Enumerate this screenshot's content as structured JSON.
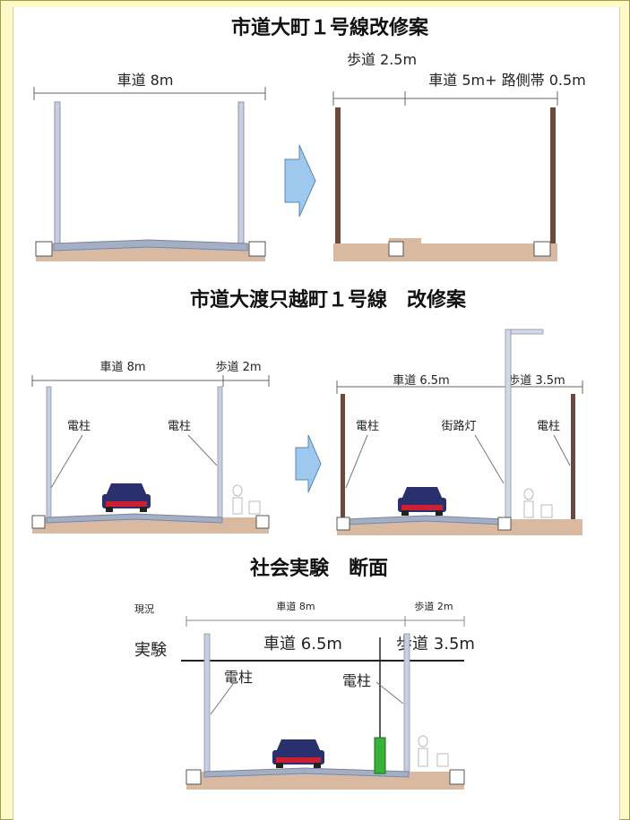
{
  "section1": {
    "title": "市道大町１号線改修案",
    "before": {
      "roadway": "車道 8m"
    },
    "after": {
      "sidewalk": "歩道 2.5m",
      "roadway": "車道 5m+ 路側帯 0.5m"
    }
  },
  "section2": {
    "title": "市道大渡只越町１号線　改修案",
    "before": {
      "roadway": "車道 8m",
      "sidewalk": "歩道 2m",
      "pole_left": "電柱",
      "pole_right": "電柱"
    },
    "after": {
      "roadway": "車道 6.5m",
      "sidewalk": "歩道 3.5m",
      "pole_left": "電柱",
      "streetlight": "街路灯",
      "pole_right": "電柱"
    }
  },
  "section3": {
    "title": "社会実験　断面",
    "current_label": "現況",
    "current_roadway": "車道 8m",
    "current_sidewalk": "歩道 2m",
    "experiment_label": "実験",
    "experiment_roadway": "車道 6.5m",
    "experiment_sidewalk": "歩道 3.5m",
    "pole_left": "電柱",
    "pole_right": "電柱"
  },
  "colors": {
    "page_bg": "#fffbc8",
    "pole_before": "#c8cde0",
    "pole_after": "#6b4a3c",
    "ground": "#d9b9a0",
    "road": "#a4afc6",
    "arrow": "#9ec8ee",
    "new_pole": "#38b238",
    "car_body": "#2a2f6e",
    "car_bumper": "#cc2030"
  }
}
